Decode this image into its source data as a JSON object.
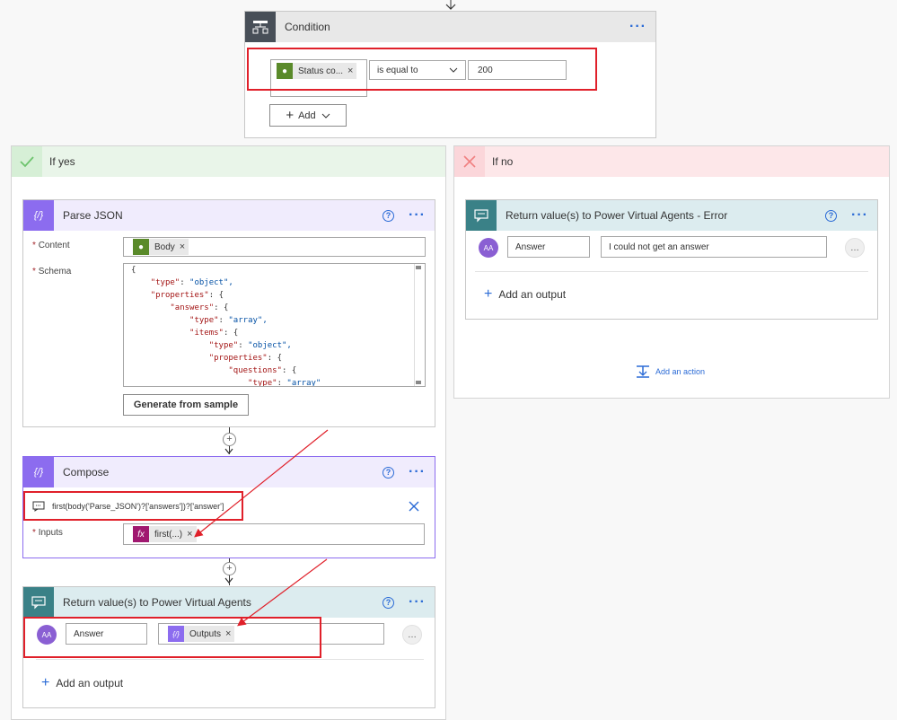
{
  "condition": {
    "title": "Condition",
    "token_label": "Status co...",
    "operator": "is equal to",
    "value": "200",
    "add_label": "Add"
  },
  "branches": {
    "yes_label": "If yes",
    "no_label": "If no"
  },
  "parse_json": {
    "title": "Parse JSON",
    "content_label": "Content",
    "schema_label": "Schema",
    "content_token": "Body",
    "schema_lines": [
      "{",
      "    \"type\": \"object\",",
      "    \"properties\": {",
      "        \"answers\": {",
      "            \"type\": \"array\",",
      "            \"items\": {",
      "                \"type\": \"object\",",
      "                \"properties\": {",
      "                    \"questions\": {",
      "                        \"type\": \"array\""
    ],
    "generate_button": "Generate from sample"
  },
  "compose": {
    "title": "Compose",
    "expression": "first(body('Parse_JSON')?['answers'])?['answer']",
    "inputs_label": "Inputs",
    "inputs_token": "first(...)"
  },
  "return_yes": {
    "title": "Return value(s) to Power Virtual Agents",
    "answer_label": "Answer",
    "outputs_token": "Outputs",
    "add_output": "Add an output",
    "more": "…"
  },
  "return_no": {
    "title": "Return value(s) to Power Virtual Agents - Error",
    "answer_label": "Answer",
    "answer_value": "I could not get an answer",
    "add_output": "Add an output",
    "more": "…"
  },
  "add_action": "Add an action",
  "avatar_initials": "AA",
  "colors": {
    "condition_icon": "#484f58",
    "yes_header": "#e9f5e9",
    "yes_check": "#6cc36c",
    "no_header": "#fde7e9",
    "no_cross": "#f08080",
    "parse_json_icon": "#8c6cef",
    "pva_icon": "#3a8187",
    "pva_header": "#dcecef",
    "red_highlight": "#e0202a",
    "accent": "#2b6bd6"
  }
}
